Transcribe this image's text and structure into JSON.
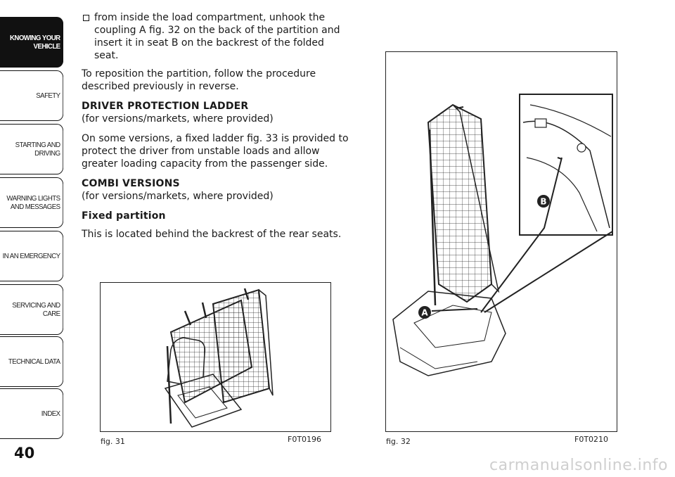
{
  "tabs": [
    {
      "label": "KNOWING YOUR\nVEHICLE",
      "active": true
    },
    {
      "label": "SAFETY",
      "active": false
    },
    {
      "label": "STARTING AND\nDRIVING",
      "active": false
    },
    {
      "label": "WARNING LIGHTS\nAND MESSAGES",
      "active": false
    },
    {
      "label": "IN AN EMERGENCY",
      "active": false
    },
    {
      "label": "SERVICING AND\nCARE",
      "active": false
    },
    {
      "label": "TECHNICAL DATA",
      "active": false
    },
    {
      "label": "INDEX",
      "active": false
    }
  ],
  "page_number": "40",
  "content": {
    "bullet": "from inside the load compartment, unhook the coupling A fig. 32 on the back of the partition and insert it in seat B on the backrest of the folded seat.",
    "para1": "To reposition the partition, follow the procedure described previously in reverse.",
    "heading1": "DRIVER PROTECTION LADDER",
    "sub1": "(for versions/markets, where provided)",
    "para2": "On some versions, a fixed ladder fig. 33 is provided to protect the driver from unstable loads and allow greater loading capacity from the passenger side.",
    "heading2": "COMBI VERSIONS",
    "sub2": "(for versions/markets, where provided)",
    "heading3": "Fixed partition",
    "para3": "This is located behind the backrest of the rear seats."
  },
  "figures": {
    "fig31": {
      "label": "fig. 31",
      "code": "F0T0196"
    },
    "fig32": {
      "label": "fig. 32",
      "code": "F0T0210",
      "callout_a": "A",
      "callout_b": "B"
    }
  },
  "watermark": "carmanualsonline.info"
}
